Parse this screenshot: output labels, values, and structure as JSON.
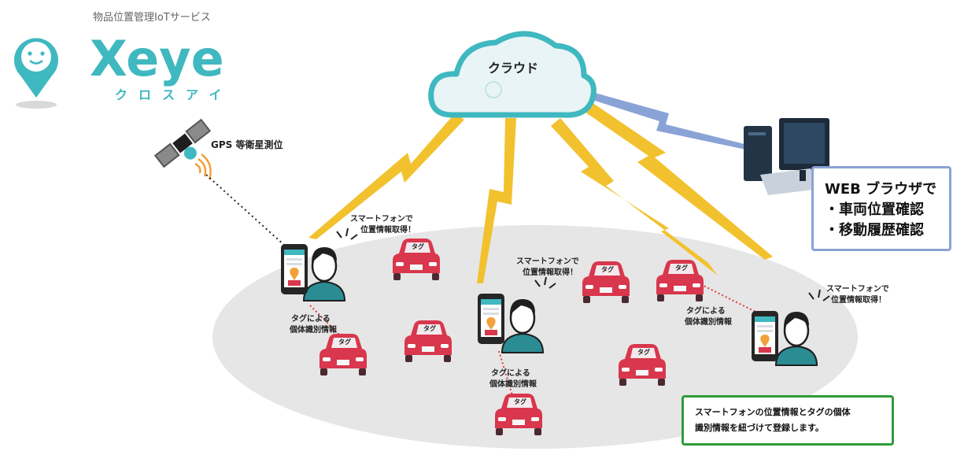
{
  "brand": {
    "tagline": "物品位置管理IoTサービス",
    "logo_name": "Xeye",
    "logo_kana": "クロスアイ"
  },
  "cloud_label": "クラウド",
  "gps_label": "GPS 等衛星測位",
  "phone_captions": [
    "スマートフォンで",
    "位置情報取得！"
  ],
  "tag_captions": [
    "タグによる",
    "個体識別情報"
  ],
  "car_tag_text": "タグ",
  "web_box": {
    "title": "WEB ブラウザで",
    "items": [
      "・車両位置確認",
      "・移動履歴確認"
    ]
  },
  "note_box": {
    "lines": [
      "スマートフォンの位置情報とタグの個体",
      "識別情報を紐づけて登録します。"
    ]
  },
  "colors": {
    "logo_teal": "#3fb8c0",
    "lightning": "#f2c12e",
    "web_link": "#8aa3d6",
    "car_body": "#d8374d",
    "ground": "#e6e6e6",
    "note_border": "#2f9c3a",
    "tag_link": "#e03a3a"
  }
}
